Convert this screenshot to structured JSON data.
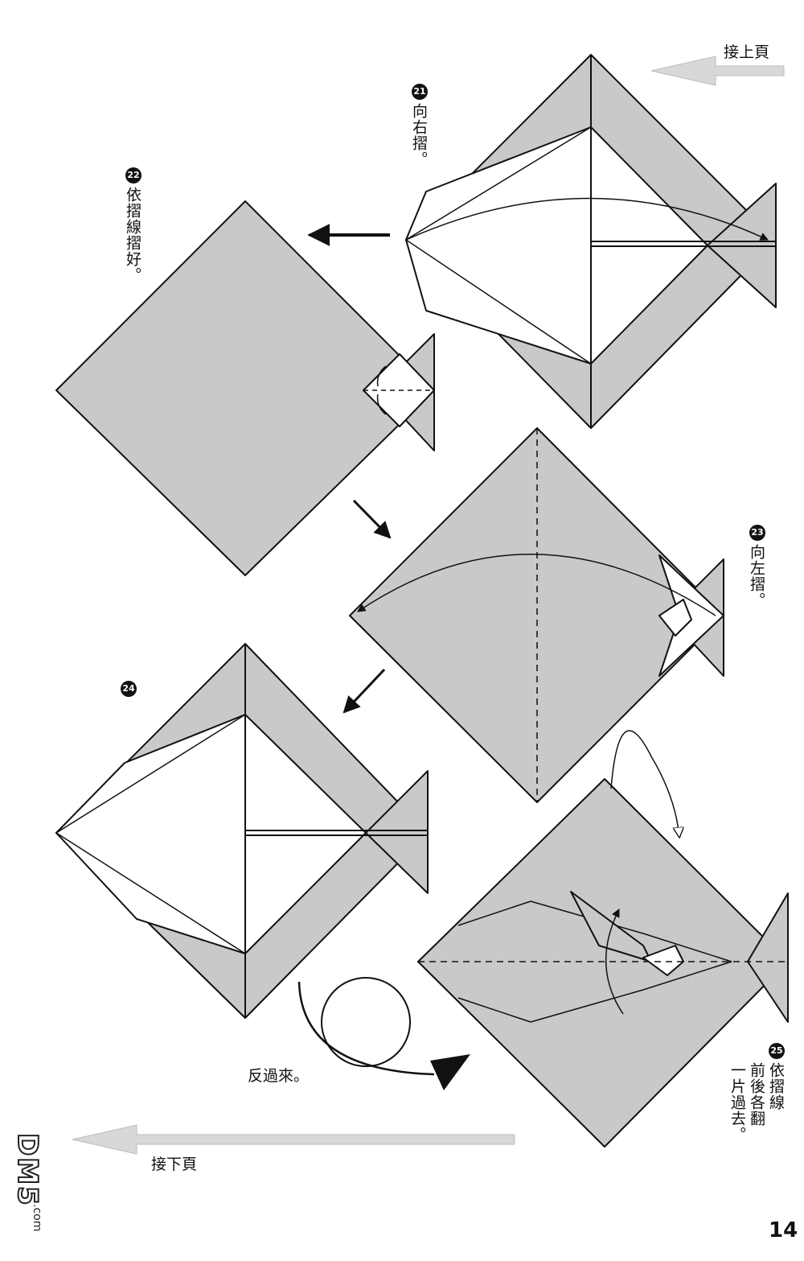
{
  "header": {
    "continue_from": "接上頁"
  },
  "footer": {
    "continue_to": "接下頁",
    "page_number": "14"
  },
  "watermark": {
    "logo": "DM5",
    "suffix": ".com"
  },
  "steps": [
    {
      "number": "21",
      "text": "向右摺。"
    },
    {
      "number": "22",
      "text": "依摺線摺好。"
    },
    {
      "number": "23",
      "text": "向左摺。"
    },
    {
      "number": "24",
      "text": ""
    },
    {
      "number": "25",
      "text_lines": [
        "依摺線",
        "前後各翻",
        "一片過去。"
      ]
    }
  ],
  "turn_over": {
    "text": "反過來。"
  },
  "colors": {
    "gray_fill": "#c9c9c9",
    "line": "#111111",
    "white_fill": "#ffffff"
  }
}
